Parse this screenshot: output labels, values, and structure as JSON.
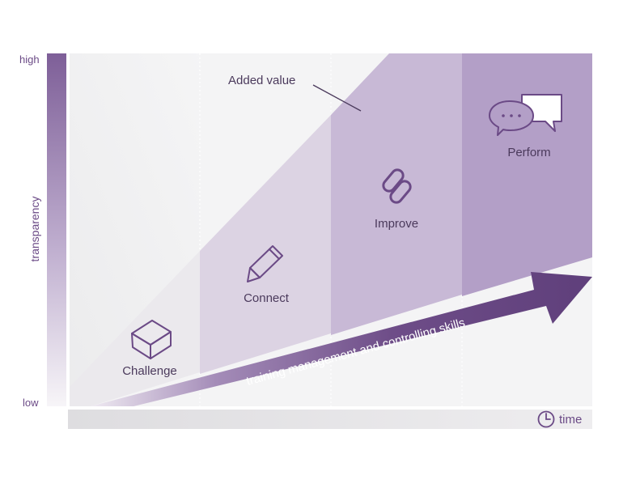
{
  "axis": {
    "y_label": "transparency",
    "y_high": "high",
    "y_low": "low",
    "x_label": "time"
  },
  "annotation": {
    "added_value": "Added value"
  },
  "arrow_label": "training management and controlling skills",
  "stages": [
    {
      "label": "Challenge",
      "icon": "cube-icon"
    },
    {
      "label": "Connect",
      "icon": "pencil-icon"
    },
    {
      "label": "Improve",
      "icon": "chain-link-icon"
    },
    {
      "label": "Perform",
      "icon": "speech-bubbles-icon"
    }
  ],
  "colors": {
    "accent": "#6b4a86",
    "arrow": "#6e4d88",
    "stage_1": "#ebe9ed",
    "stage_2": "#dcd3e3",
    "stage_3": "#c8b9d6",
    "stage_4": "#b39fc7",
    "axis_bar": "#e9e8ea",
    "icon": "#6b4a86"
  }
}
